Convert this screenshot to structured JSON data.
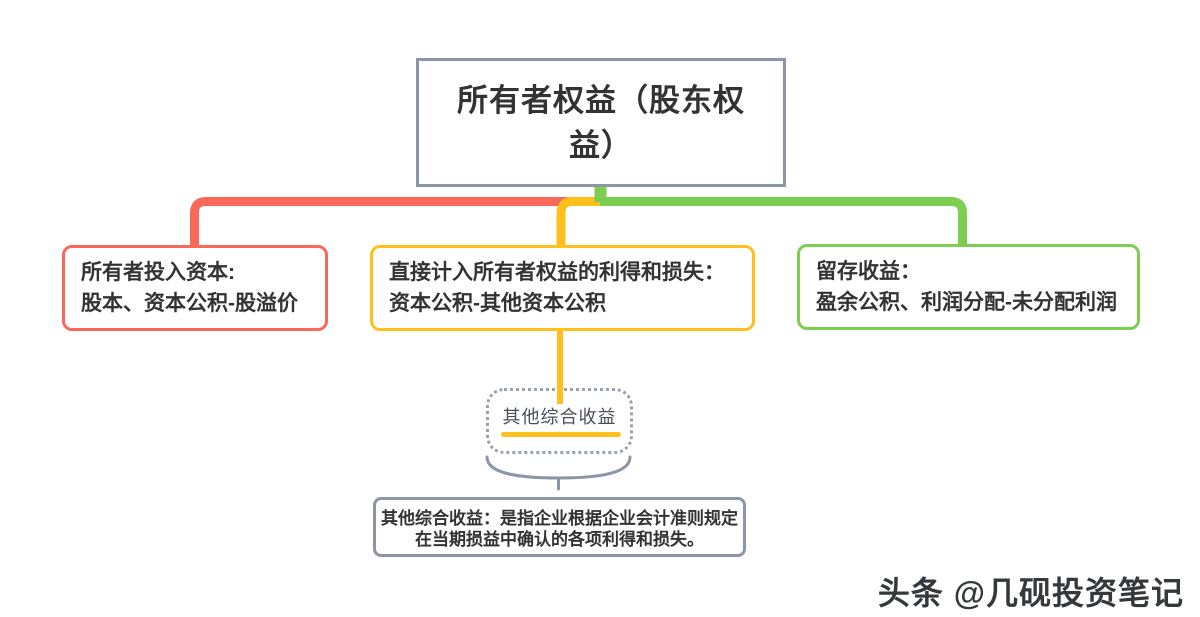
{
  "colors": {
    "red": "#F8695A",
    "yellow": "#FFC01E",
    "green": "#7CCE50",
    "slate": "#8C96A6"
  },
  "diagram": {
    "root": {
      "line1": "所有者权益（股东权",
      "line2": "益）"
    },
    "branch_left": {
      "line1": "所有者投入资本:",
      "line2": "股本、资本公积-股溢价"
    },
    "branch_middle": {
      "line1": "直接计入所有者权益的利得和损失：",
      "line2": "资本公积-其他资本公积"
    },
    "branch_right": {
      "line1": "留存收益：",
      "line2": "盈余公积、利润分配-未分配利润"
    },
    "oci_node": {
      "label": "其他综合收益"
    },
    "note": {
      "line1": "其他综合收益：是指企业根据企业会计准则规定",
      "line2": "在当期损益中确认的各项利得和损失。"
    }
  },
  "watermark": {
    "text": "头条 @几砚投资笔记"
  }
}
